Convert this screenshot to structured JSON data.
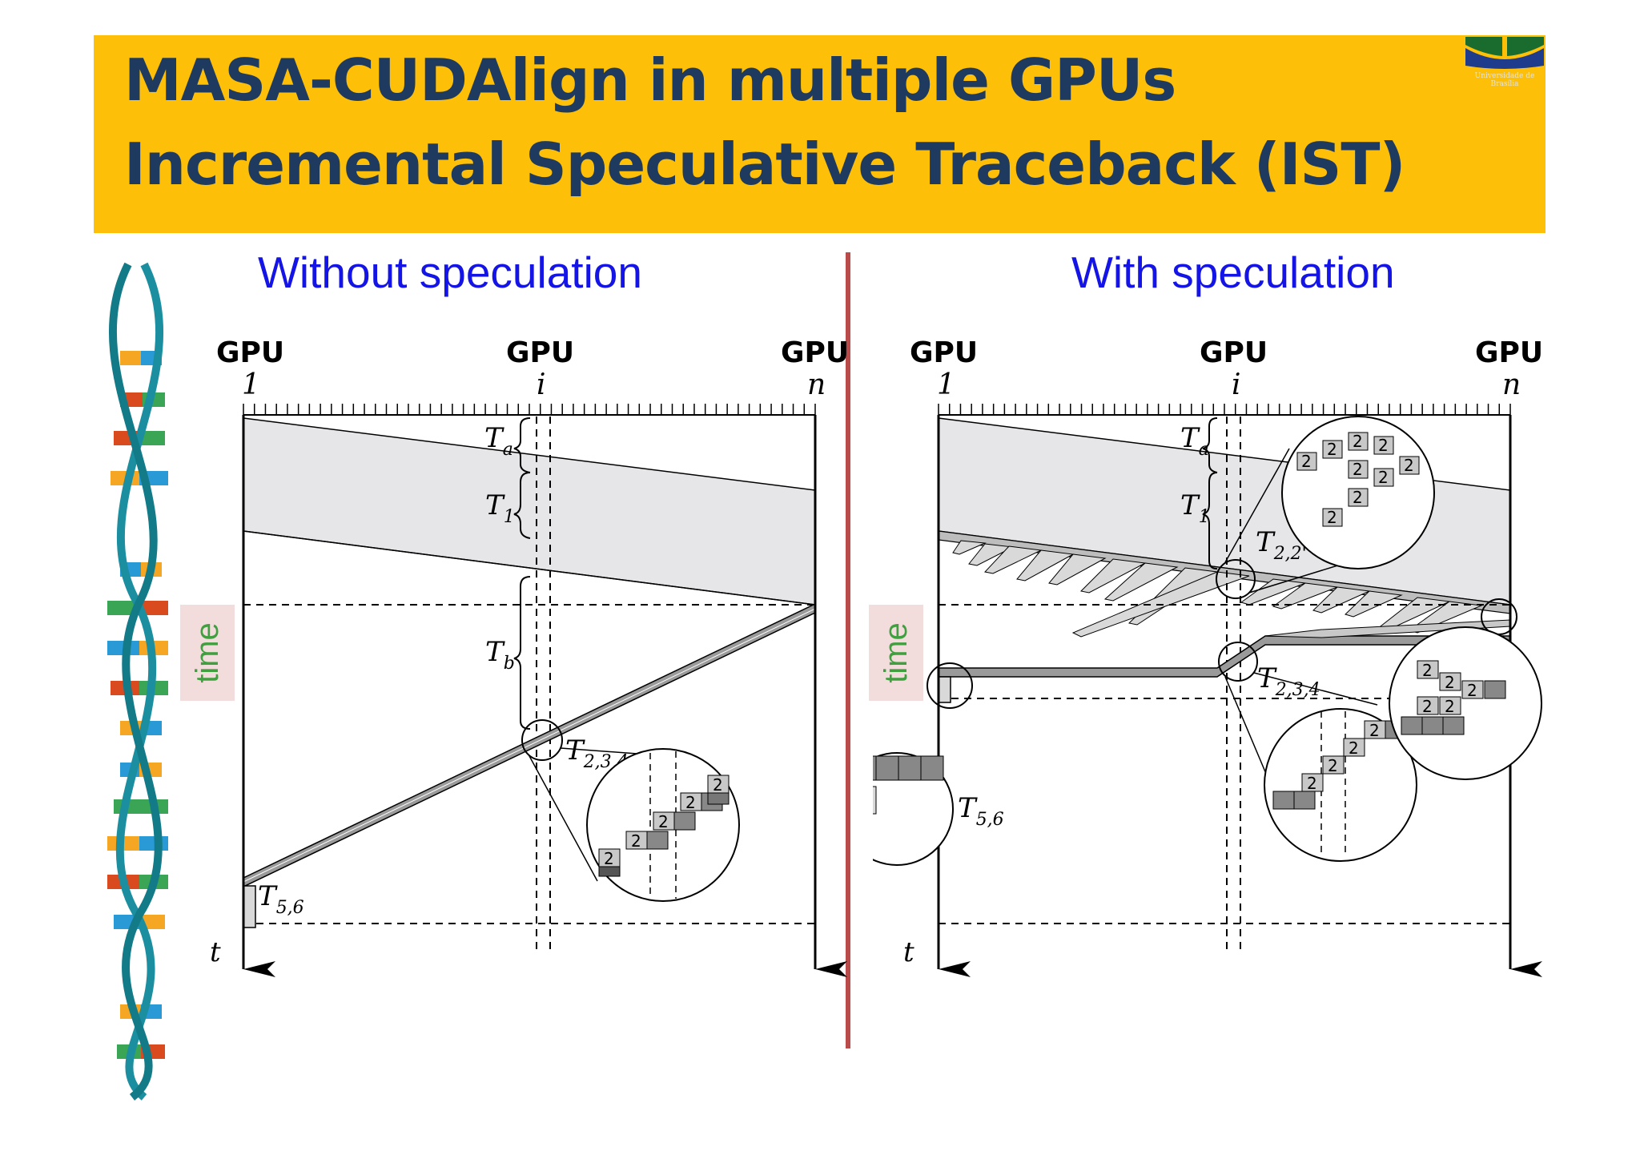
{
  "header": {
    "title_line1": "MASA-CUDAlign in multiple GPUs",
    "title_line2": "Incremental Speculative Traceback (IST)",
    "logo_caption": "Universidade de Brasília",
    "banner_color": "#fdbf08",
    "title_color": "#1e3a5f"
  },
  "left_panel": {
    "title": "Without speculation",
    "gpu_labels": [
      "GPU",
      "GPU",
      "GPU"
    ],
    "gpu_indices": [
      "1",
      "i",
      "n"
    ],
    "time_label": "time",
    "axis_label": "t",
    "t_a": "T",
    "t_a_sub": "a",
    "t_1": "T",
    "t_1_sub": "1",
    "t_b": "T",
    "t_b_sub": "b",
    "t_234": "T",
    "t_234_sub": "2,3,4",
    "t_56": "T",
    "t_56_sub": "5,6"
  },
  "right_panel": {
    "title": "With speculation",
    "gpu_labels": [
      "GPU",
      "GPU",
      "GPU"
    ],
    "gpu_indices": [
      "1",
      "i",
      "n"
    ],
    "time_label": "time",
    "axis_label": "t",
    "t_a": "T",
    "t_a_sub": "a",
    "t_1": "T",
    "t_1_sub": "1",
    "t_22": "T",
    "t_22_sub": "2,2'",
    "t_234": "T",
    "t_234_sub": "2,3,4",
    "t_56": "T",
    "t_56_sub": "5,6"
  },
  "colors": {
    "section_title": "#1414e6",
    "divider": "#b94b4b",
    "time_box": "#f2dcdc",
    "time_text": "#40a040"
  }
}
